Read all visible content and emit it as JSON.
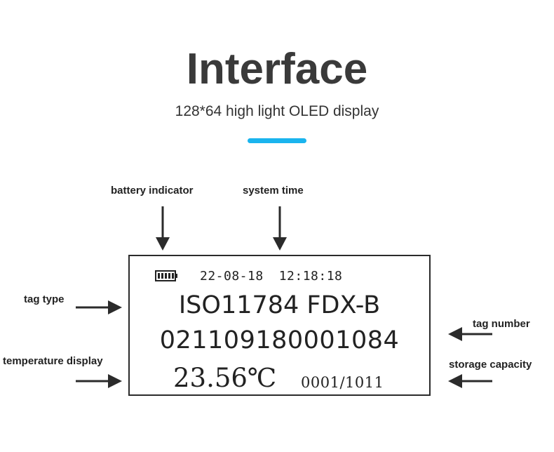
{
  "header": {
    "title": "Interface",
    "subtitle": "128*64 high light OLED display",
    "accent_color": "#1ab4ee"
  },
  "callouts": {
    "battery_indicator": "battery indicator",
    "system_time": "system time",
    "tag_type": "tag type",
    "temperature_display": "temperature display",
    "tag_number": "tag number",
    "storage_capacity": "storage capacity"
  },
  "display": {
    "battery_icon": "battery-full-icon",
    "date": "22-08-18",
    "time": "12:18:18",
    "tag_type": "ISO11784 FDX-B",
    "tag_number": "021109180001084",
    "temperature": "23.56℃",
    "storage": "0001/1011"
  }
}
